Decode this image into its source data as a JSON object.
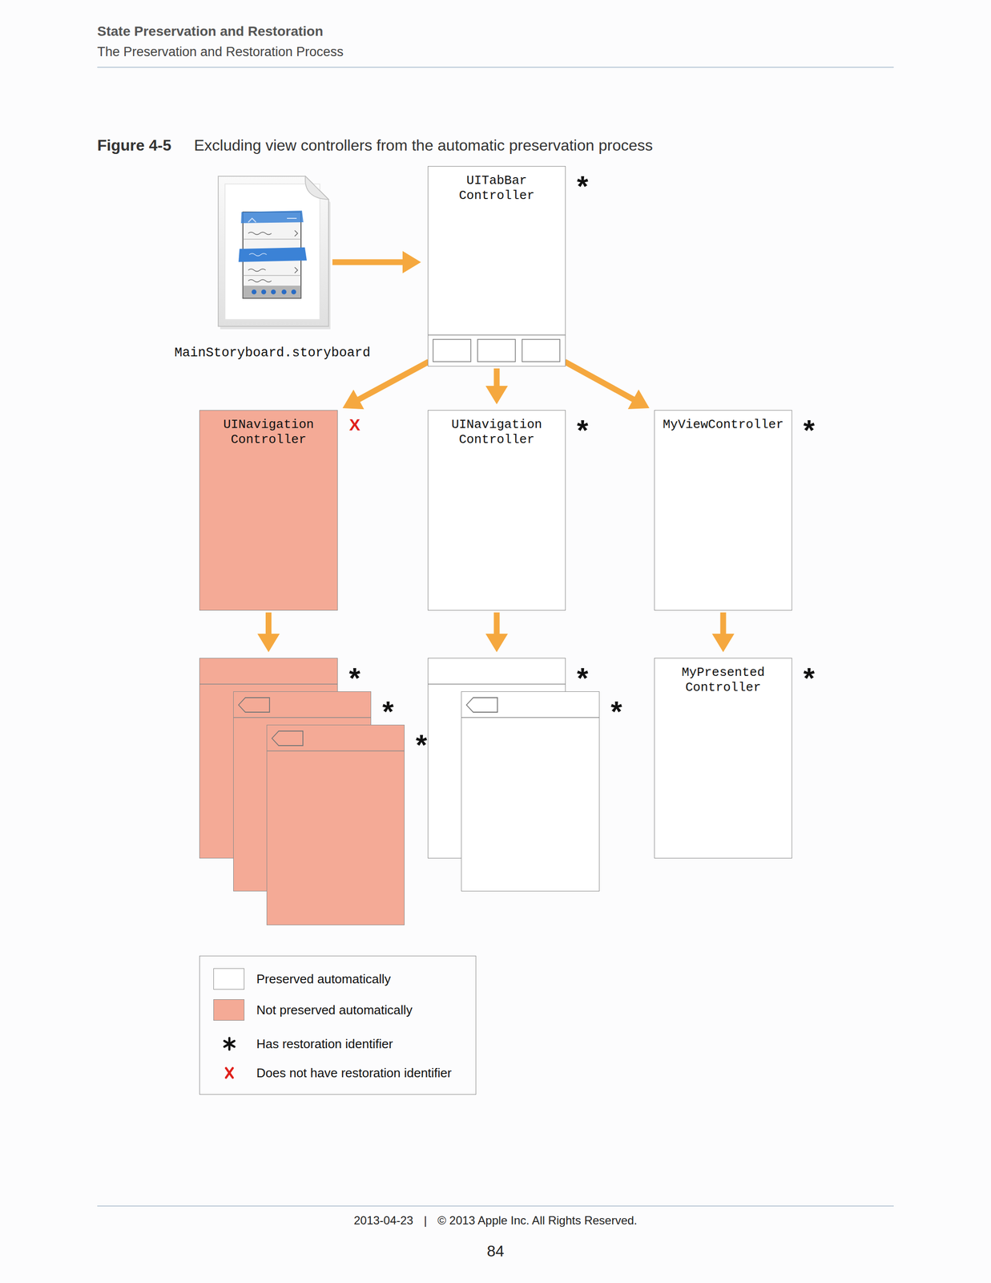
{
  "diagram": {
    "title": "Excluding view controllers from the automatic preservation process",
    "nodes": [
      {
        "text": [
          "MainStoryboard.storyboard"
        ]
      },
      {
        "text": [
          "UITabBar Controller",
          "*"
        ]
      },
      {
        "text": [
          "UINavigation Controller",
          "X"
        ]
      },
      {
        "text": [
          "UINavigation Controller",
          "*"
        ]
      },
      {
        "text": [
          "MyViewController",
          "*"
        ]
      },
      {
        "text": [
          "*"
        ]
      },
      {
        "text": [
          "*"
        ]
      },
      {
        "text": [
          "*"
        ]
      },
      {
        "text": [
          "*"
        ]
      },
      {
        "text": [
          "*"
        ]
      },
      {
        "text": [
          "MyPresented Controller",
          "*"
        ]
      }
    ],
    "edges": [
      {
        "from": 0,
        "to": 1,
        "arrow": "to"
      },
      {
        "from": 1,
        "to": 2,
        "arrow": "to"
      },
      {
        "from": 1,
        "to": 3,
        "arrow": "to"
      },
      {
        "from": 1,
        "to": 4,
        "arrow": "to"
      },
      {
        "from": 2,
        "to": 5,
        "arrow": "to"
      },
      {
        "from": 3,
        "to": 8,
        "arrow": "to"
      },
      {
        "from": 4,
        "to": 10,
        "arrow": "to"
      }
    ],
    "labels": [
      "State Preservation and Restoration",
      "The Preservation and Restoration Process",
      "Figure 4-5",
      "2013-04-23",
      "|",
      "© 2013 Apple Inc. All Rights Reserved.",
      "84"
    ],
    "legend": [
      {
        "text": "Preserved automatically",
        "color": "#ffffff"
      },
      {
        "text": "Not preserved automatically",
        "color": "#f4aa96"
      },
      {
        "text": "Has restoration identifier"
      },
      {
        "text": "Does not have restoration identifier"
      }
    ]
  }
}
